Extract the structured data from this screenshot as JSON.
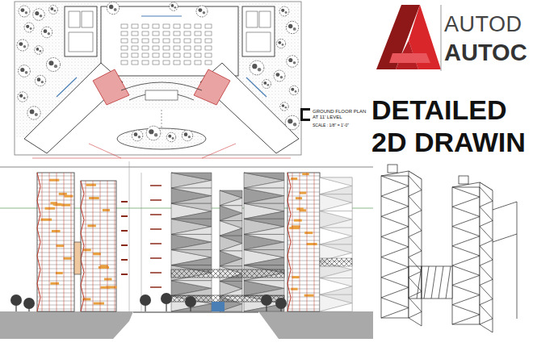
{
  "diagram": {
    "title": "DETAILED 2D DRAWIN",
    "labels": [
      "AUTOD",
      "AUTOC",
      "GROUND FLOOR PLAN AT 11' LEVEL",
      "SCALE : 1/8\" = 1'-0\""
    ]
  }
}
